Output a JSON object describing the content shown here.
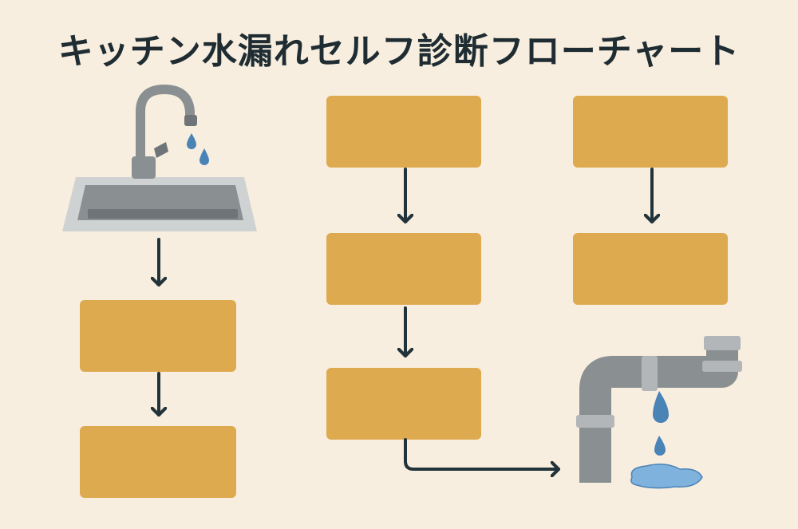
{
  "title": "キッチン水漏れセルフ診断フローチャート",
  "colors": {
    "background": "#f8eedf",
    "title_text": "#1f2d33",
    "box_fill": "#deaa50",
    "arrow": "#22333a",
    "metal_dark": "#6e7478",
    "metal_mid": "#8a8f92",
    "metal_light": "#b2b6b8",
    "sink_rim": "#cfd2d3",
    "water": "#4a83b6",
    "water_light": "#7fb2dc"
  },
  "illustrations": [
    "faucet-sink-icon",
    "leaking-pipe-icon"
  ],
  "flow_columns": [
    {
      "id": "left",
      "steps": [
        "",
        ""
      ]
    },
    {
      "id": "middle",
      "steps": [
        "",
        "",
        ""
      ]
    },
    {
      "id": "right",
      "steps": [
        "",
        ""
      ]
    }
  ]
}
